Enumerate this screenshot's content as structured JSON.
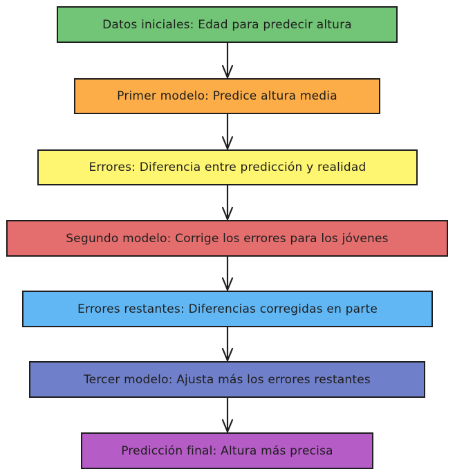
{
  "nodes": [
    {
      "id": "datos",
      "label": "Datos iniciales: Edad para predecir altura",
      "color": "#72c476"
    },
    {
      "id": "primer",
      "label": "Primer modelo: Predice altura media",
      "color": "#fcad47"
    },
    {
      "id": "errores",
      "label": "Errores: Diferencia entre predicción y realidad",
      "color": "#fef571"
    },
    {
      "id": "segundo",
      "label": "Segundo modelo: Corrige los errores para los jóvenes",
      "color": "#e46e6e"
    },
    {
      "id": "restantes",
      "label": "Errores restantes: Diferencias corregidas en parte",
      "color": "#60b7f4"
    },
    {
      "id": "tercer",
      "label": "Tercer modelo: Ajusta más los errores restantes",
      "color": "#6f7fc9"
    },
    {
      "id": "final",
      "label": "Predicción final: Altura más precisa",
      "color": "#b55cc6"
    }
  ],
  "edges": [
    {
      "from": "datos",
      "to": "primer"
    },
    {
      "from": "primer",
      "to": "errores"
    },
    {
      "from": "errores",
      "to": "segundo"
    },
    {
      "from": "segundo",
      "to": "restantes"
    },
    {
      "from": "restantes",
      "to": "tercer"
    },
    {
      "from": "tercer",
      "to": "final"
    }
  ]
}
